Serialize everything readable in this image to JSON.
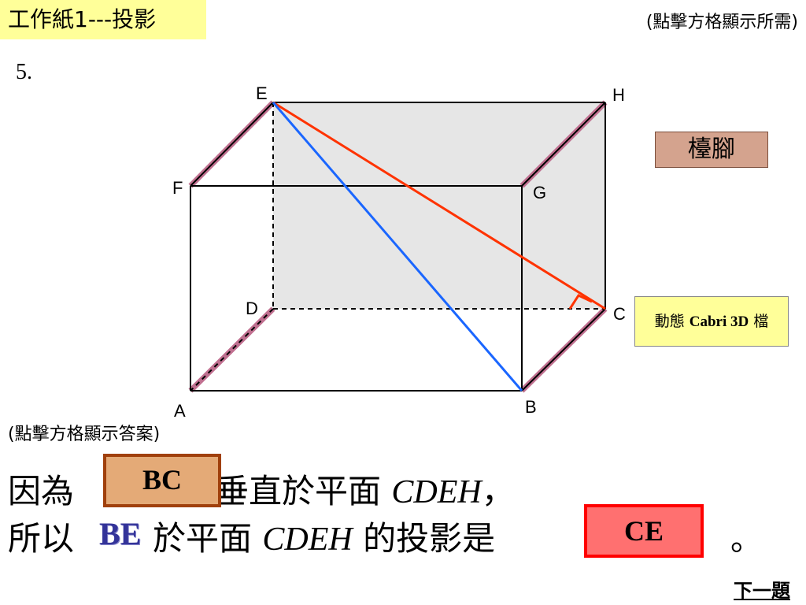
{
  "header": {
    "title": "工作紙1---投影",
    "hint_top": "(點擊方格顯示所需)"
  },
  "question": {
    "number": "5.",
    "vertices": {
      "A": "A",
      "B": "B",
      "C": "C",
      "D": "D",
      "E": "E",
      "F": "F",
      "G": "G",
      "H": "H"
    }
  },
  "buttons": {
    "stage": "檯腳",
    "cabri_prefix": "動態 ",
    "cabri_bold": "Cabri 3D",
    "cabri_suffix": " 檔",
    "next": "下一題"
  },
  "answer": {
    "hint": "(點擊方格顯示答案)",
    "line1_prefix": "因為",
    "box1": "BC",
    "line1_mid": "垂直於平面",
    "line1_plane": "CDEH",
    "line1_suffix": "，",
    "line2_prefix": "所以",
    "line2_be": "BE",
    "line2_mid": "於平面",
    "line2_plane": "CDEH",
    "line2_suffix": "的投影是",
    "box2": "CE",
    "period": "。"
  },
  "colors": {
    "header_bg": "#ffff99",
    "plane_fill": "#e6e6e6",
    "line_ec": "#ff3300",
    "line_eb": "#1a66ff",
    "edge_highlight": "#c07090",
    "box1_bg": "#e4aa77",
    "box2_bg": "#ff7070"
  }
}
